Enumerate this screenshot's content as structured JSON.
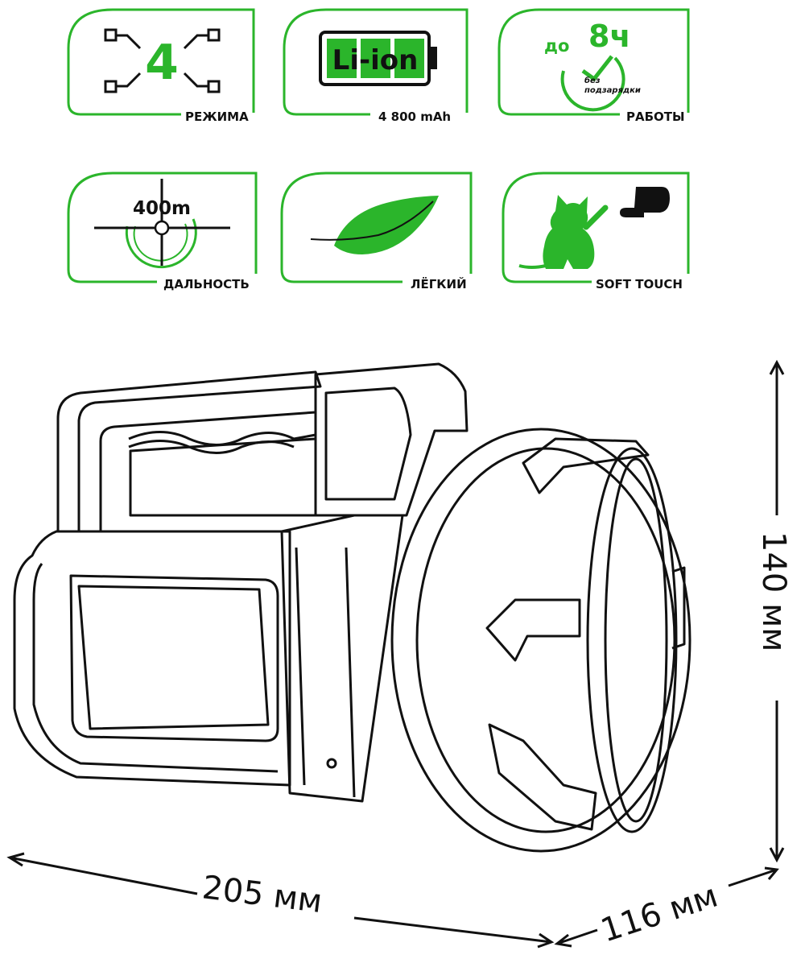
{
  "colors": {
    "accent": "#2bb52b",
    "ink": "#111111",
    "background": "#ffffff"
  },
  "features": [
    {
      "icon": "modes-icon",
      "value": "4",
      "label": "РЕЖИМА"
    },
    {
      "icon": "battery-icon",
      "value": "Li-ion",
      "label": "4 800 mAh"
    },
    {
      "icon": "clock-icon",
      "prefix": "до",
      "value": "8ч",
      "note_line1": "без",
      "note_line2": "подзарядки",
      "label": "РАБОТЫ"
    },
    {
      "icon": "crosshair-icon",
      "value": "400m",
      "label": "ДАЛЬНОСТЬ"
    },
    {
      "icon": "feather-icon",
      "label": "ЛЁГКИЙ"
    },
    {
      "icon": "cat-hand-icon",
      "label": "SOFT TOUCH"
    }
  ],
  "dimensions": {
    "height": "140 мм",
    "length": "205 мм",
    "width": "116 мм"
  }
}
